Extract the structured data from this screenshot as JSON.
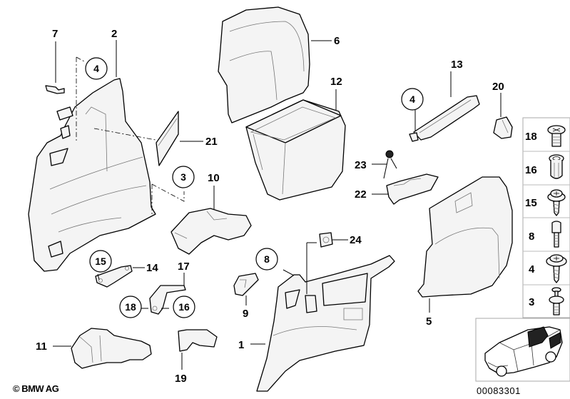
{
  "diagram": {
    "title": "Trunk trim panel parts diagram",
    "copyright": "© BMW AG",
    "document_number": "00083301",
    "part_labels": [
      {
        "id": "1",
        "text": "1"
      },
      {
        "id": "2",
        "text": "2"
      },
      {
        "id": "5",
        "text": "5"
      },
      {
        "id": "6",
        "text": "6"
      },
      {
        "id": "7",
        "text": "7"
      },
      {
        "id": "9",
        "text": "9"
      },
      {
        "id": "10",
        "text": "10"
      },
      {
        "id": "11",
        "text": "11"
      },
      {
        "id": "12",
        "text": "12"
      },
      {
        "id": "13",
        "text": "13"
      },
      {
        "id": "14",
        "text": "14"
      },
      {
        "id": "17",
        "text": "17"
      },
      {
        "id": "19",
        "text": "19"
      },
      {
        "id": "20",
        "text": "20"
      },
      {
        "id": "21",
        "text": "21"
      },
      {
        "id": "22",
        "text": "22"
      },
      {
        "id": "23",
        "text": "23"
      },
      {
        "id": "24",
        "text": "24"
      }
    ],
    "circled_callouts": [
      {
        "id": "4a",
        "text": "4"
      },
      {
        "id": "4b",
        "text": "4"
      },
      {
        "id": "3",
        "text": "3"
      },
      {
        "id": "15",
        "text": "15"
      },
      {
        "id": "8",
        "text": "8"
      },
      {
        "id": "18",
        "text": "18"
      },
      {
        "id": "16",
        "text": "16"
      }
    ],
    "fastener_legend": [
      {
        "number": "18",
        "icon": "countersunk-screw-icon"
      },
      {
        "number": "16",
        "icon": "expanding-nut-icon"
      },
      {
        "number": "15",
        "icon": "washer-head-tapping-screw-icon"
      },
      {
        "number": "8",
        "icon": "bolt-icon"
      },
      {
        "number": "4",
        "icon": "pan-head-tapping-screw-icon"
      },
      {
        "number": "3",
        "icon": "push-rivet-icon"
      }
    ],
    "vehicle_thumbnail": {
      "icon": "suv-car-icon",
      "highlight": "rear-quarter-trunk-area"
    }
  }
}
